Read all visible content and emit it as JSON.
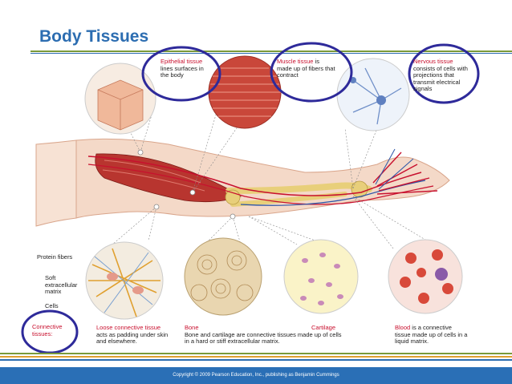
{
  "title": "Body Tissues",
  "labels": {
    "epithelial": {
      "name": "Epithelial tissue",
      "desc": "lines surfaces in the body"
    },
    "muscle": {
      "name": "Muscle tissue",
      "desc_line1": "is",
      "desc": "made up of fibers that contract"
    },
    "nervous": {
      "name": "Nervous tissue",
      "desc": "consists of cells with projections that transmit electrical signals"
    },
    "protein_fibers": "Protein fibers",
    "soft_matrix": "Soft extracellular matrix",
    "cells": "Cells",
    "connective": "Connective tissues:",
    "loose": {
      "name": "Loose connective tissue",
      "desc": "acts as padding under skin and elsewhere."
    },
    "bone": {
      "name": "Bone",
      "desc": "Bone and cartilage are connective tissues made up of cells in a hard or stiff extracellular matrix."
    },
    "cartilage": {
      "name": "Cartilage"
    },
    "blood": {
      "name": "Blood",
      "desc": "is a connective tissue made up of cells in a liquid matrix."
    }
  },
  "footer": "Copyright © 2009 Pearson Education, Inc., publishing as Benjamin Cummings",
  "colors": {
    "title": "#2c6db1",
    "highlight_circle": "#2e2a9a",
    "label_red": "#c8102e",
    "footer_bg": "#2a6fb6"
  }
}
